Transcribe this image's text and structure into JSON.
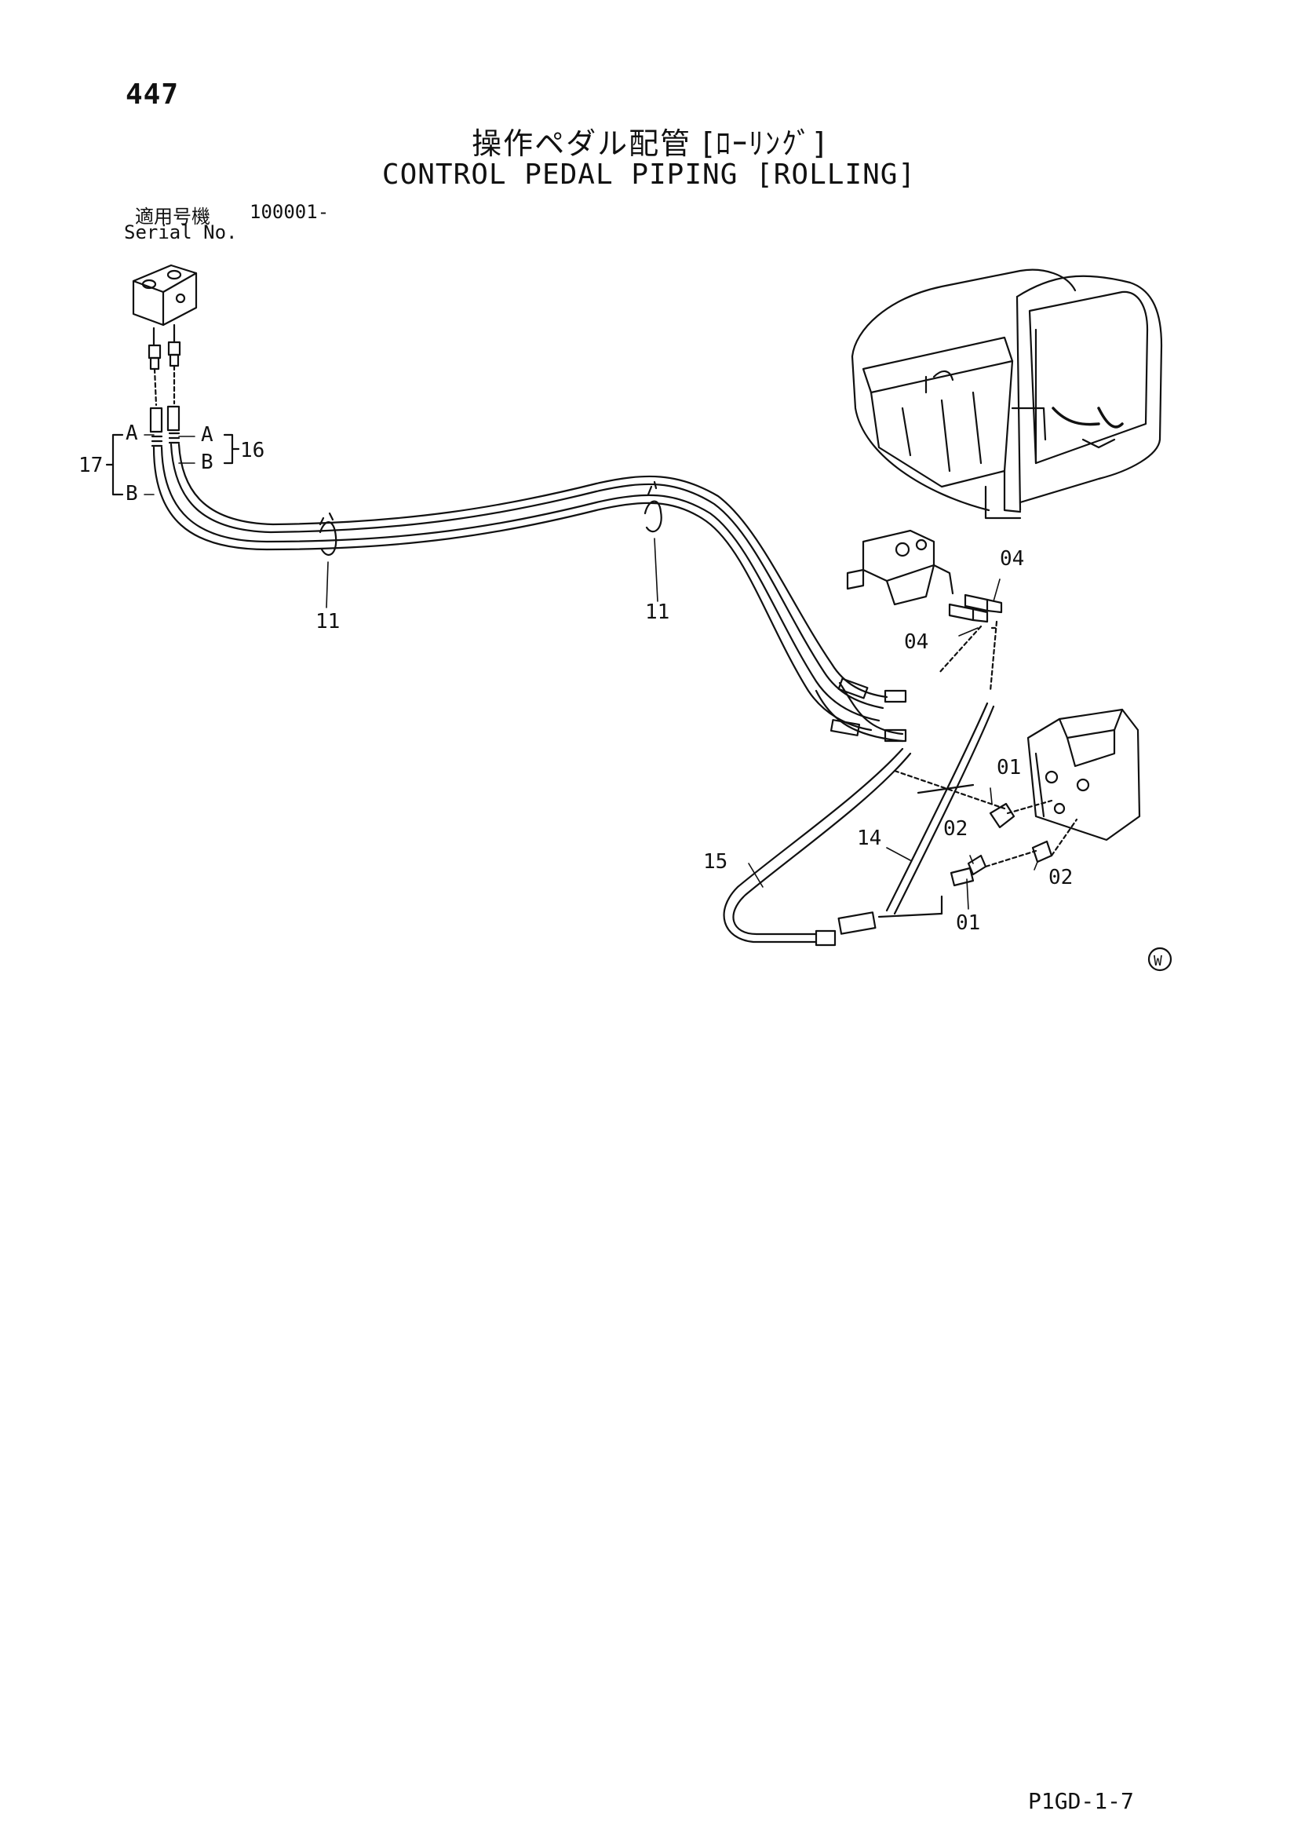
{
  "page": {
    "number": "447",
    "title_jp": "操作ペダル配管 [ﾛｰﾘﾝｸﾞ]",
    "title_en": "CONTROL PEDAL PIPING [ROLLING]",
    "serial_label_jp": "適用号機",
    "serial_value": "100001-",
    "serial_label_en": "Serial No.",
    "doc_code": "P1GD-1-7"
  },
  "callouts": {
    "c17": "17",
    "c16": "16",
    "a1": "A",
    "a2": "A",
    "b1": "B",
    "b2": "B",
    "c11a": "11",
    "c11b": "11",
    "c04a": "04",
    "c04b": "04",
    "c01a": "01",
    "c01b": "01",
    "c02a": "02",
    "c02b": "02",
    "c14": "14",
    "c15": "15",
    "wmark": "W"
  }
}
